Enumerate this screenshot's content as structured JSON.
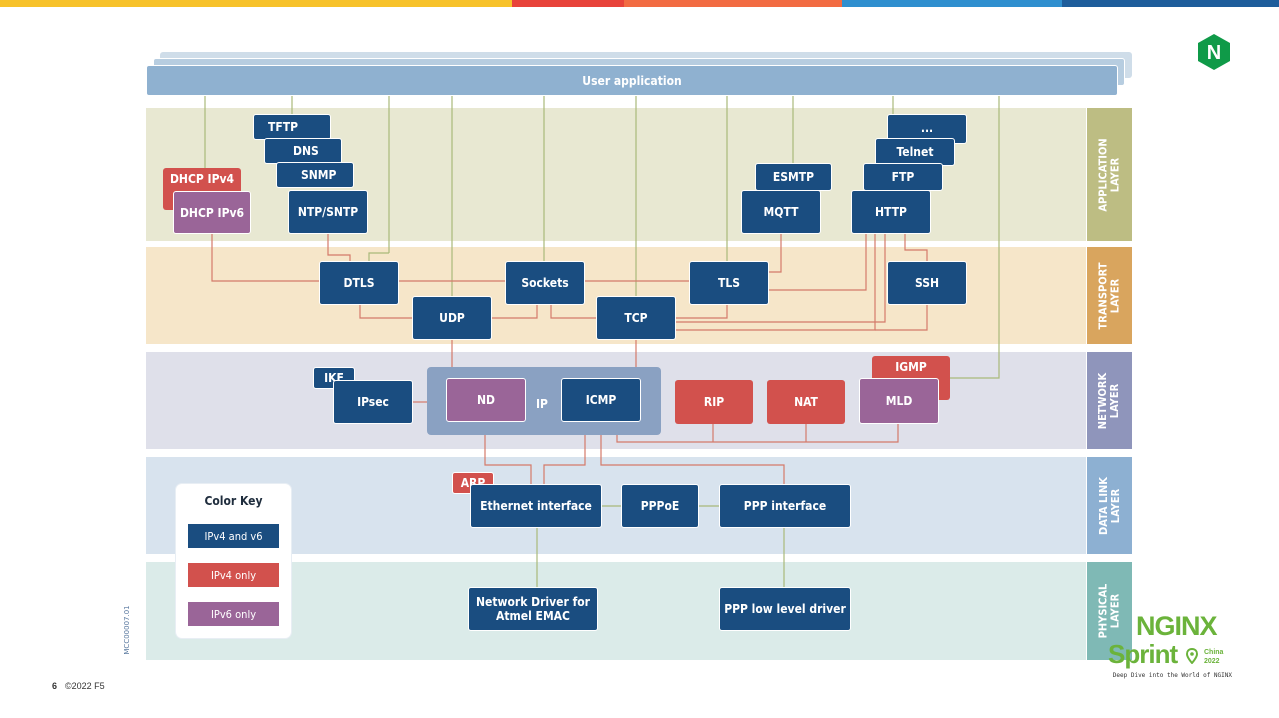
{
  "top_stripe_colors": [
    "#f7c22a",
    "#e8433a",
    "#f26b42",
    "#2f8fcf",
    "#1e5d9b"
  ],
  "diagram": {
    "user_application": "User application",
    "layers": {
      "application": "APPLICATION\nLAYER",
      "transport": "TRANSPORT\nLAYER",
      "network": "NETWORK\nLAYER",
      "datalink": "DATA LINK\nLAYER",
      "physical": "PHYSICAL\nLAYER"
    },
    "application_boxes": {
      "tftp": "TFTP",
      "dns": "DNS",
      "snmp": "SNMP",
      "ntp": "NTP/SNTP",
      "dhcp4": "DHCP IPv4",
      "dhcp6": "DHCP IPv6",
      "esmtp": "ESMTP",
      "mqtt": "MQTT",
      "more": "...",
      "telnet": "Telnet",
      "ftp": "FTP",
      "http": "HTTP"
    },
    "transport_boxes": {
      "dtls": "DTLS",
      "udp": "UDP",
      "sockets": "Sockets",
      "tcp": "TCP",
      "tls": "TLS",
      "ssh": "SSH"
    },
    "network_boxes": {
      "ike": "IKE",
      "ipsec": "IPsec",
      "nd": "ND",
      "ip": "IP",
      "icmp": "ICMP",
      "rip": "RIP",
      "nat": "NAT",
      "igmp": "IGMP",
      "mld": "MLD"
    },
    "datalink_boxes": {
      "arp": "ARP",
      "ethernet": "Ethernet interface",
      "pppoe": "PPPoE",
      "ppp": "PPP interface"
    },
    "physical_boxes": {
      "netdriver": "Network Driver for\nAtmel EMAC",
      "ppplow": "PPP low level driver"
    },
    "color_key": {
      "title": "Color Key",
      "items": [
        "IPv4 and v6",
        "IPv4 only",
        "IPv6 only"
      ]
    },
    "doc_code": "MCC00007.01"
  },
  "colors": {
    "blue": "#1a4d80",
    "red": "#d2514d",
    "purple": "#9a6598",
    "line": "#d47a6a",
    "line_green": "#a9b97a"
  },
  "footer": {
    "page_number": "6",
    "copyright": "©2022 F5"
  },
  "branding": {
    "nginx_logo_letter": "N",
    "sprint_title": "NGINX",
    "sprint_word": "Sprint",
    "sprint_region": "China",
    "sprint_year": "2022",
    "tagline": "Deep Dive into the World of NGINX"
  }
}
